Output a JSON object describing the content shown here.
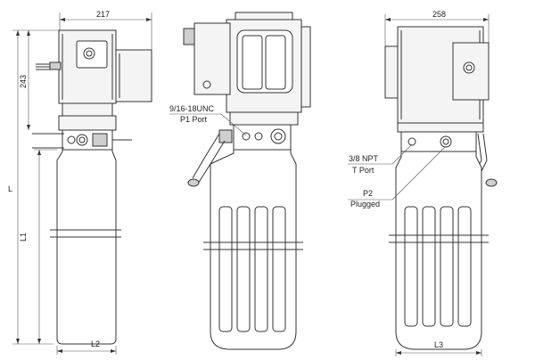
{
  "dimensions": {
    "front_width": "217",
    "side_width": "258",
    "motor_height": "243",
    "overall_length": "L",
    "tank_length": "L1",
    "tank_width_front": "L2",
    "tank_width_side": "L3"
  },
  "ports": {
    "p1_thread": "9/16-18UNC",
    "p1_name": "P1 Port",
    "t_thread": "3/8 NPT",
    "t_name": "T Port",
    "p2_name": "P2",
    "p2_state": "Plugged"
  }
}
